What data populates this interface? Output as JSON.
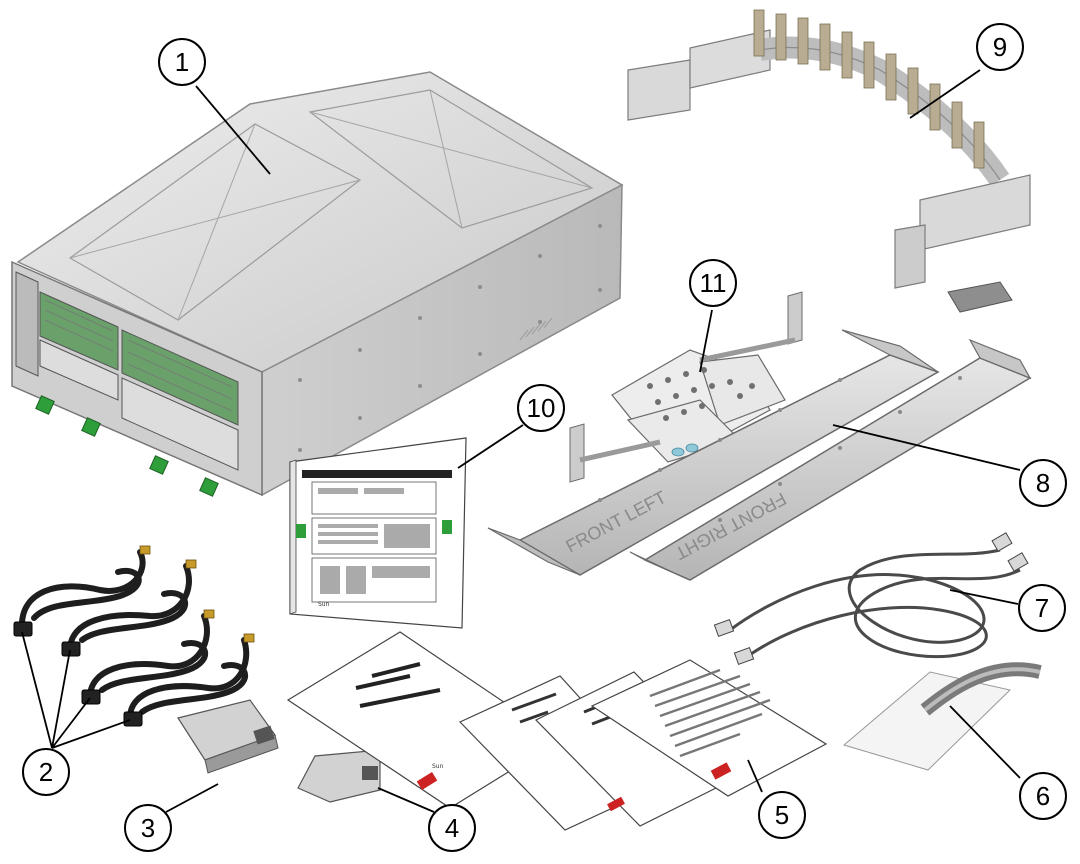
{
  "callouts": [
    {
      "id": "1",
      "label": "1"
    },
    {
      "id": "2",
      "label": "2"
    },
    {
      "id": "3",
      "label": "3"
    },
    {
      "id": "4",
      "label": "4"
    },
    {
      "id": "5",
      "label": "5"
    },
    {
      "id": "6",
      "label": "6"
    },
    {
      "id": "7",
      "label": "7"
    },
    {
      "id": "8",
      "label": "8"
    },
    {
      "id": "9",
      "label": "9"
    },
    {
      "id": "10",
      "label": "10"
    },
    {
      "id": "11",
      "label": "11"
    }
  ],
  "rail_labels": {
    "left": "FRONT  LEFT",
    "right": "FRONT  RIGHT"
  },
  "guide_brand": "Sun",
  "doc_brand": "Sun",
  "colors": {
    "green_latch": "#2e9e3a",
    "chassis": "#d8d8d8",
    "accent_stamp": "#cc2222"
  }
}
